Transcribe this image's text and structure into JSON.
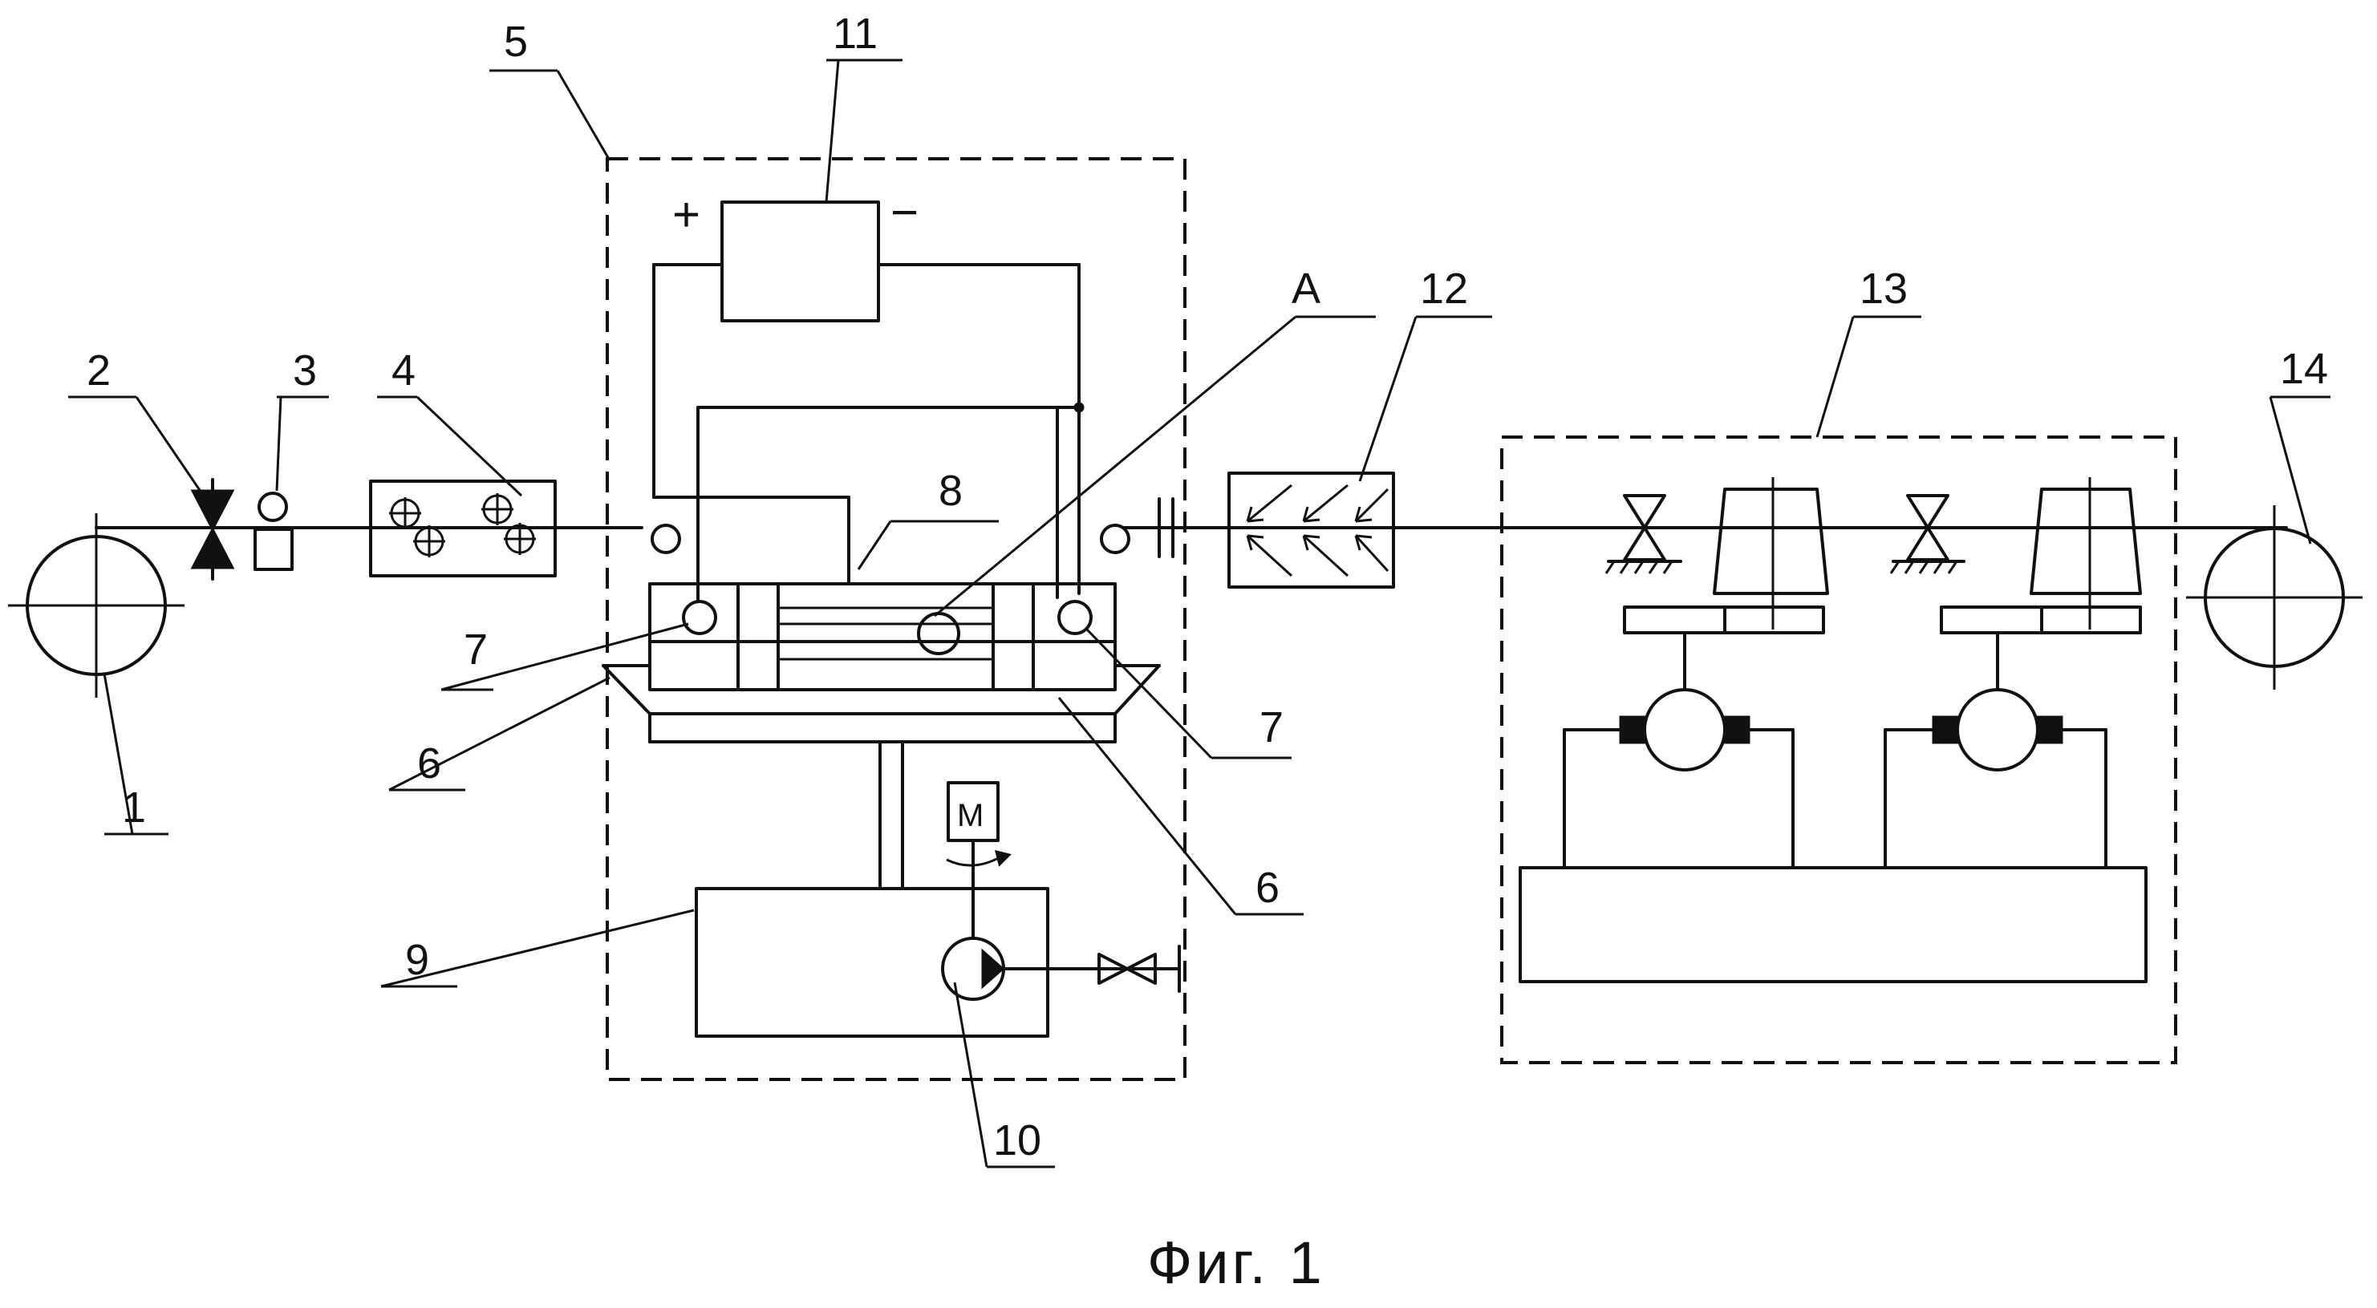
{
  "labels": {
    "n1": "1",
    "n2": "2",
    "n3": "3",
    "n4": "4",
    "n5": "5",
    "n6a": "6",
    "n6b": "6",
    "n7a": "7",
    "n7b": "7",
    "n8": "8",
    "n9": "9",
    "n10": "10",
    "n11": "11",
    "n12": "12",
    "n13": "13",
    "n14": "14",
    "detail": "A"
  },
  "power_supply": {
    "plus": "+",
    "minus": "−"
  },
  "motor_label": "M",
  "caption": "Фиг. 1"
}
